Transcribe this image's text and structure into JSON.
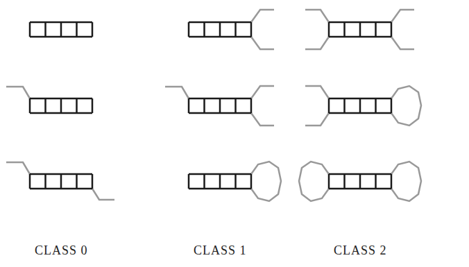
{
  "diagram": {
    "labels": [
      "CLASS 0",
      "CLASS 1",
      "CLASS 2"
    ]
  }
}
